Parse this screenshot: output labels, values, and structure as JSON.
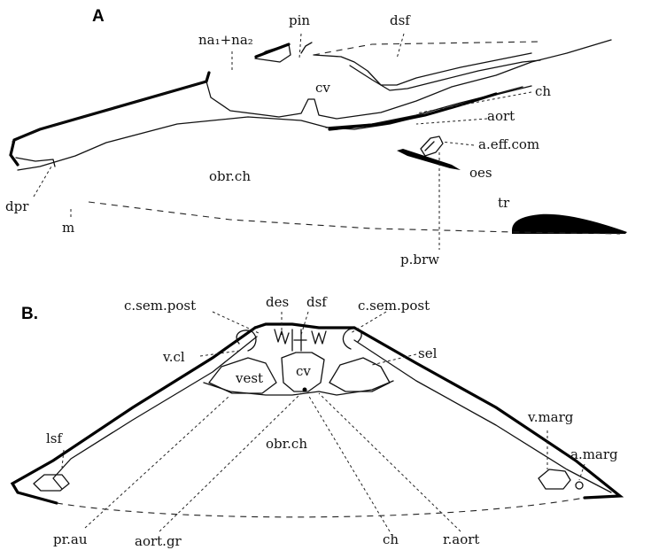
{
  "panels": {
    "a": {
      "letter": "A",
      "labels": {
        "na": "na₁+na₂",
        "pin": "pin",
        "dsf": "dsf",
        "cv": "cv",
        "ch": "ch",
        "aort": "aort",
        "a_eff_com": "a.eff.com",
        "obr_ch": "obr.ch",
        "oes": "oes",
        "tr": "tr",
        "dpr": "dpr",
        "m": "m",
        "p_brw": "p.brw"
      }
    },
    "b": {
      "letter": "B.",
      "labels": {
        "c_sem_post_left": "c.sem.post",
        "des": "des",
        "dsf": "dsf",
        "c_sem_post_right": "c.sem.post",
        "v_cl": "v.cl",
        "sel": "sel",
        "vest": "vest",
        "cv": "cv",
        "lsf": "lsf",
        "v_marg": "v.marg",
        "a_marg": "a.marg",
        "obr_ch": "obr.ch",
        "pr_au": "pr.au",
        "aort_gr": "aort.gr",
        "ch": "ch",
        "r_aort": "r.aort"
      }
    }
  }
}
